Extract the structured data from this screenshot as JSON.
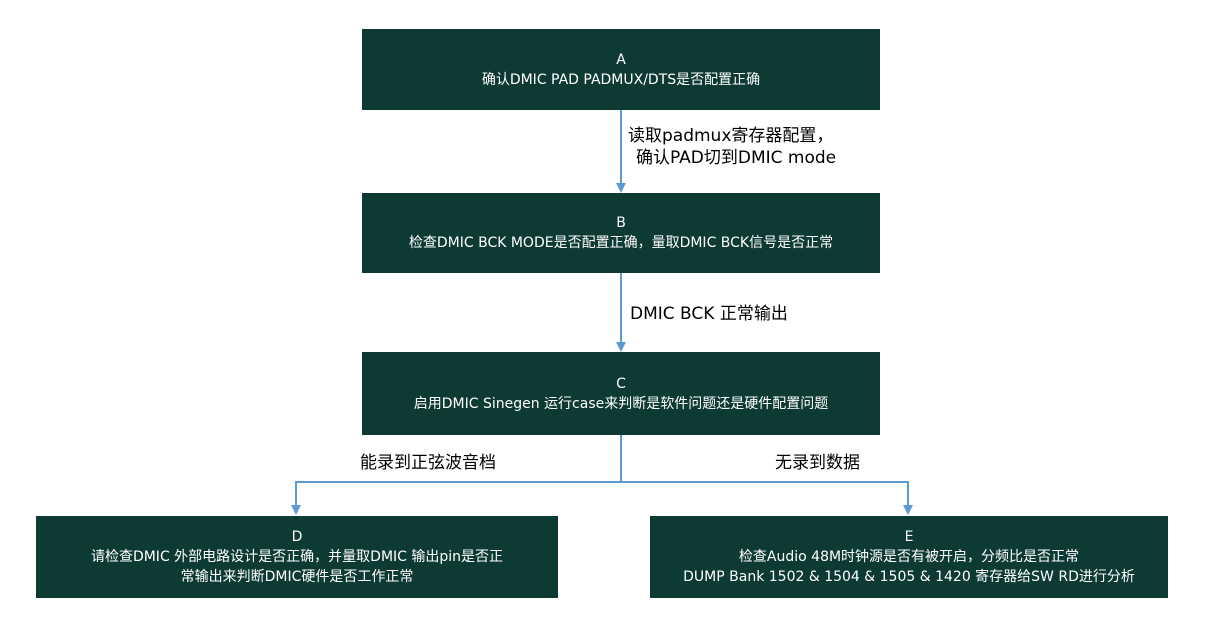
{
  "nodes": {
    "a": {
      "id": "A",
      "text": "确认DMIC PAD PADMUX/DTS是否配置正确"
    },
    "b": {
      "id": "B",
      "text": "检查DMIC BCK MODE是否配置正确，量取DMIC BCK信号是否正常"
    },
    "c": {
      "id": "C",
      "text": "启用DMIC Sinegen 运行case来判断是软件问题还是硬件配置问题"
    },
    "d": {
      "id": "D",
      "text_line1": "请检查DMIC 外部电路设计是否正确，并量取DMIC 输出pin是否正",
      "text_line2": "常输出来判断DMIC硬件是否工作正常"
    },
    "e": {
      "id": "E",
      "text_line1": "检查Audio 48M时钟源是否有被开启，分频比是否正常",
      "text_line2": "DUMP Bank 1502 & 1504 & 1505 & 1420 寄存器给SW RD进行分析"
    }
  },
  "edges": {
    "ab": {
      "line1": "读取padmux寄存器配置，",
      "line2": "确认PAD切到DMIC mode"
    },
    "bc": {
      "label": "DMIC BCK 正常输出"
    },
    "cd": {
      "label": "能录到正弦波音档"
    },
    "ce": {
      "label": "无录到数据"
    }
  },
  "colors": {
    "node_fill": "#0e3a34",
    "node_text": "#ffffff",
    "connector": "#5b9bd5"
  }
}
